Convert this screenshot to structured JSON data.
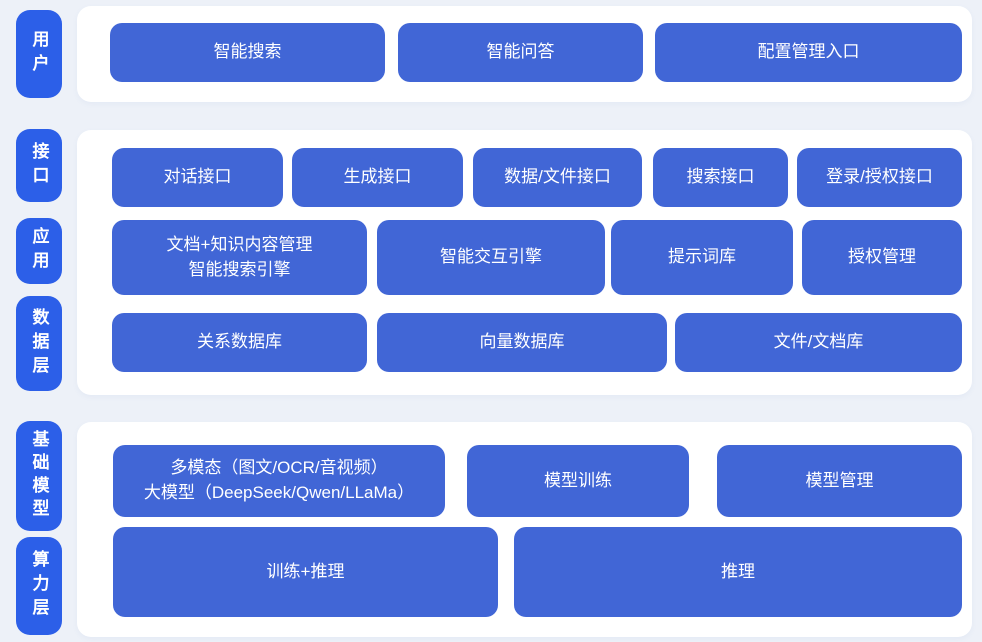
{
  "diagram": {
    "side_labels": {
      "user": "用户",
      "interface": "接口",
      "application": "应用",
      "data_layer": "数据层",
      "foundation_model": "基础模型",
      "compute_layer": "算力层"
    },
    "rows": {
      "user": [
        "智能搜索",
        "智能问答",
        "配置管理入口"
      ],
      "interfaces": [
        "对话接口",
        "生成接口",
        "数据/文件接口",
        "搜索接口",
        "登录/授权接口"
      ],
      "applications": [
        "文档+知识内容管理\n智能搜索引擎",
        "智能交互引擎",
        "提示词库",
        "授权管理"
      ],
      "data": [
        "关系数据库",
        "向量数据库",
        "文件/文档库"
      ],
      "models": [
        "多模态（图文/OCR/音视频）\n大模型（DeepSeek/Qwen/LLaMa）",
        "模型训练",
        "模型管理"
      ],
      "compute": [
        "训练+推理",
        "推理"
      ]
    },
    "colors": {
      "background": "#edf1f8",
      "panel": "#ffffff",
      "rail_blue": "#2c5fe8",
      "box_blue": "#4166d6",
      "text": "#ffffff"
    }
  }
}
